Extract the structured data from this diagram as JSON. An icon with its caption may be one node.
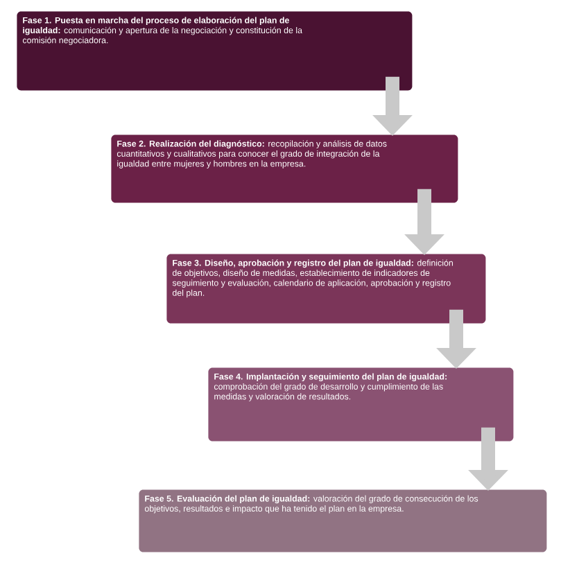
{
  "diagram": {
    "nodes": [
      {
        "text": [
          "**Fase 1. Puesta en marcha del proceso de elaboración del plan de igualdad:** comunicación y apertura de la negociación y constitución de la comisión negociadora."
        ]
      },
      {
        "text": [
          "**Fase 2. Realización del diagnóstico:** recopilación y análisis de datos cuantitativos y cualitativos para conocer el grado de integración de la igualdad entre mujeres y hombres en la empresa."
        ]
      },
      {
        "text": [
          "**Fase 3.  Diseño, aprobación y registro del plan de igualdad:** definición de objetivos, diseño de medidas, establecimiento de indicadores de seguimiento y evaluación, calendario de aplicación, aprobación y registro del plan."
        ]
      },
      {
        "text": [
          "**Fase 4.  Implantación y seguimiento del plan de igualdad:** comprobación del grado de desarrollo y cumplimiento de las medidas y valoración de resultados."
        ]
      },
      {
        "text": [
          "**Fase 5. Evaluación del plan de igualdad:** valoración del grado de consecución de los objetivos, resultados e impacto que ha tenido el plan en la empresa."
        ]
      }
    ],
    "edges": [
      {
        "from": 0,
        "to": 1,
        "arrow": "to"
      },
      {
        "from": 1,
        "to": 2,
        "arrow": "to"
      },
      {
        "from": 2,
        "to": 3,
        "arrow": "to"
      },
      {
        "from": 3,
        "to": 4,
        "arrow": "to"
      }
    ]
  }
}
